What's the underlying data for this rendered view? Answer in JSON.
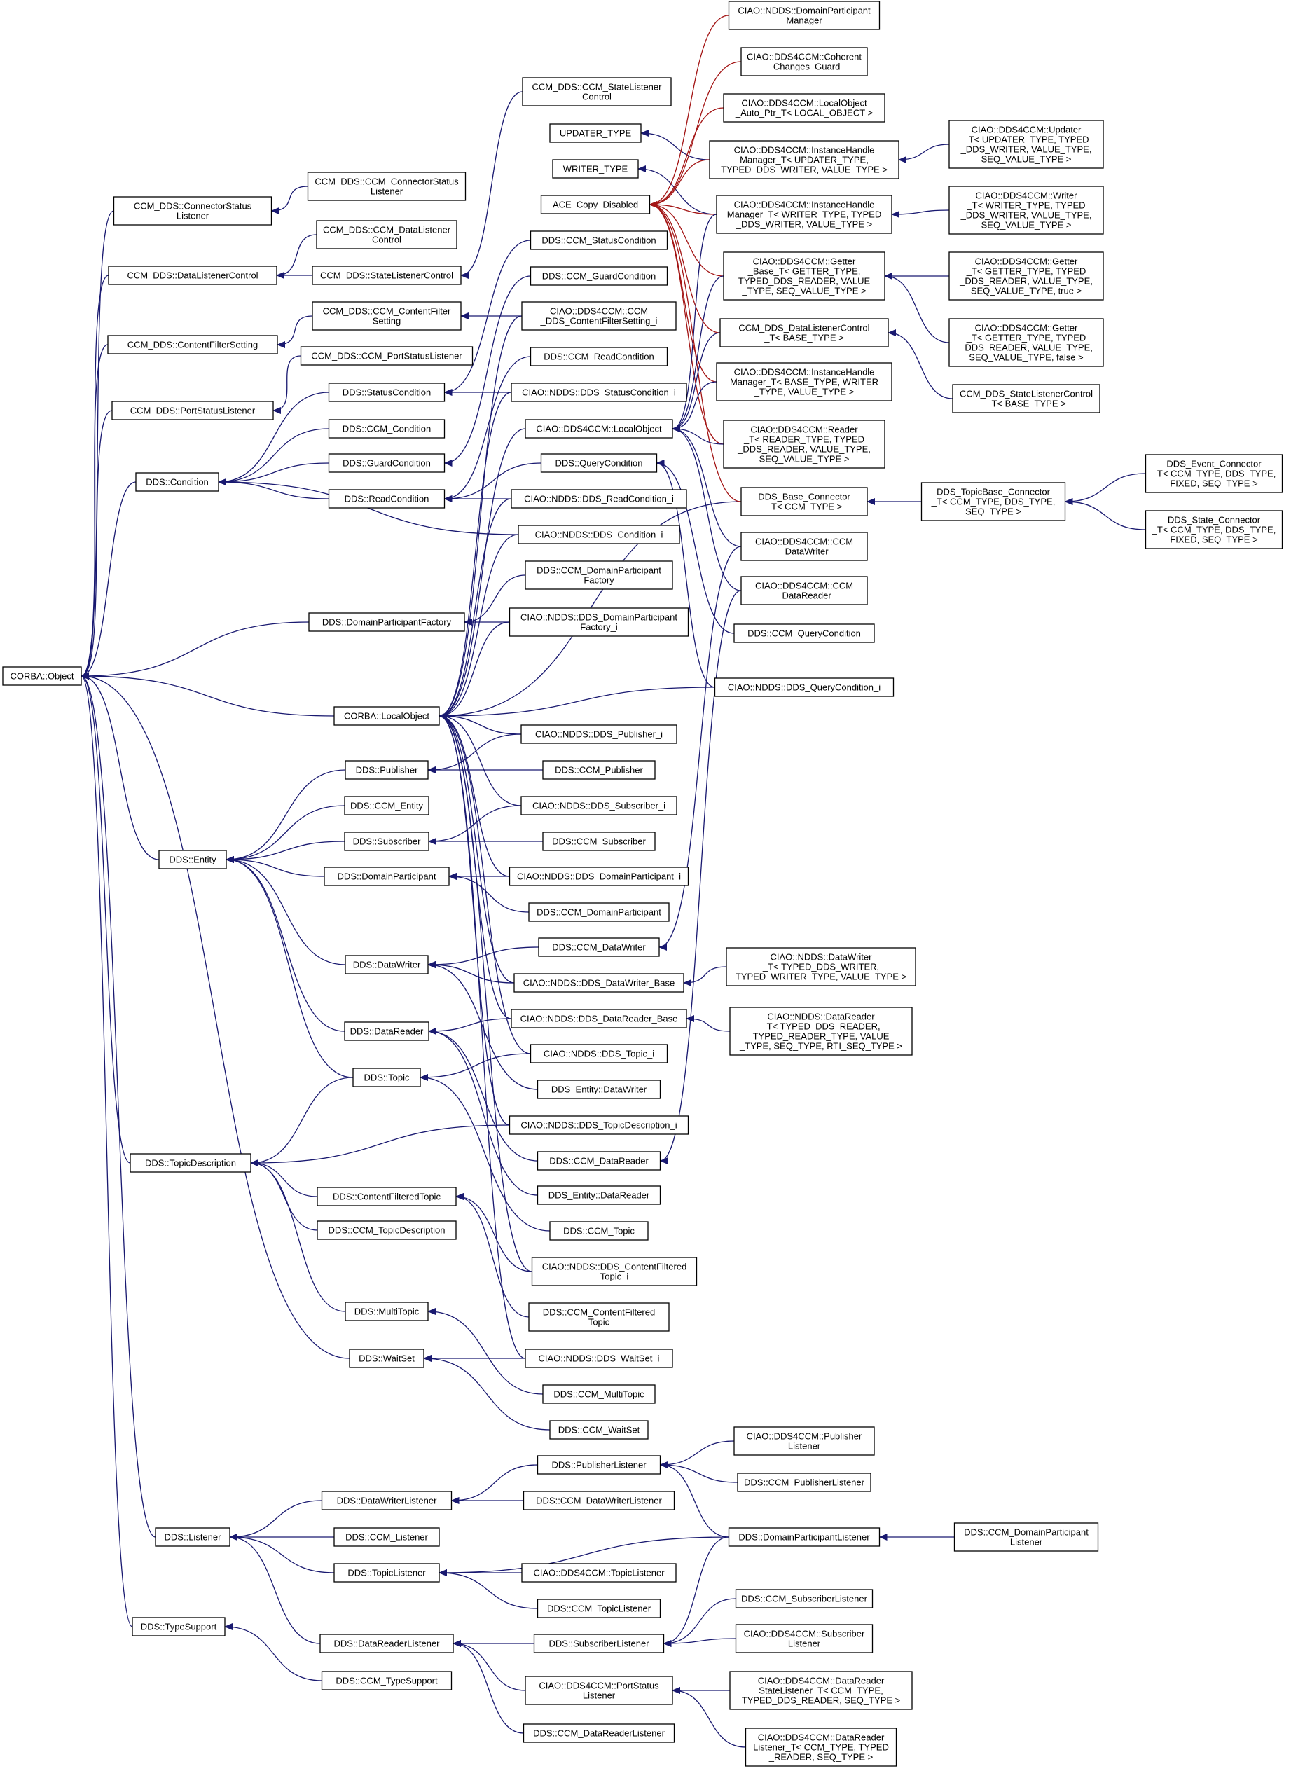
{
  "colors": {
    "edge": "#191970",
    "edge_red": "#a31515",
    "node_border": "#000000",
    "background": "#ffffff"
  },
  "nodes": [
    {
      "id": "corba_object",
      "lines": [
        "CORBA::Object"
      ]
    },
    {
      "id": "connector_status_listener",
      "lines": [
        "CCM_DDS::ConnectorStatus",
        "Listener"
      ]
    },
    {
      "id": "ccm_connector_status_listener",
      "lines": [
        "CCM_DDS::CCM_ConnectorStatus",
        "Listener"
      ]
    },
    {
      "id": "data_listener_control",
      "lines": [
        "CCM_DDS::DataListenerControl"
      ]
    },
    {
      "id": "ccm_data_listener_control",
      "lines": [
        "CCM_DDS::CCM_DataListener",
        "Control"
      ]
    },
    {
      "id": "state_listener_control",
      "lines": [
        "CCM_DDS::StateListenerControl"
      ]
    },
    {
      "id": "ccm_state_listener_control",
      "lines": [
        "CCM_DDS::CCM_StateListener",
        "Control"
      ]
    },
    {
      "id": "content_filter_setting",
      "lines": [
        "CCM_DDS::ContentFilterSetting"
      ]
    },
    {
      "id": "ccm_content_filter_setting",
      "lines": [
        "CCM_DDS::CCM_ContentFilter",
        "Setting"
      ]
    },
    {
      "id": "ccm_port_status_listener",
      "lines": [
        "CCM_DDS::CCM_PortStatusListener"
      ]
    },
    {
      "id": "port_status_listener",
      "lines": [
        "CCM_DDS::PortStatusListener"
      ]
    },
    {
      "id": "dds_condition",
      "lines": [
        "DDS::Condition"
      ]
    },
    {
      "id": "status_condition",
      "lines": [
        "DDS::StatusCondition"
      ]
    },
    {
      "id": "ccm_condition",
      "lines": [
        "DDS::CCM_Condition"
      ]
    },
    {
      "id": "guard_condition",
      "lines": [
        "DDS::GuardCondition"
      ]
    },
    {
      "id": "read_condition",
      "lines": [
        "DDS::ReadCondition"
      ]
    },
    {
      "id": "domain_participant_factory",
      "lines": [
        "DDS::DomainParticipantFactory"
      ]
    },
    {
      "id": "corba_local_object",
      "lines": [
        "CORBA::LocalObject"
      ]
    },
    {
      "id": "dds_publisher",
      "lines": [
        "DDS::Publisher"
      ]
    },
    {
      "id": "ccm_entity",
      "lines": [
        "DDS::CCM_Entity"
      ]
    },
    {
      "id": "dds_subscriber",
      "lines": [
        "DDS::Subscriber"
      ]
    },
    {
      "id": "dds_entity",
      "lines": [
        "DDS::Entity"
      ]
    },
    {
      "id": "domain_participant",
      "lines": [
        "DDS::DomainParticipant"
      ]
    },
    {
      "id": "dds_data_writer",
      "lines": [
        "DDS::DataWriter"
      ]
    },
    {
      "id": "dds_data_reader",
      "lines": [
        "DDS::DataReader"
      ]
    },
    {
      "id": "dds_topic",
      "lines": [
        "DDS::Topic"
      ]
    },
    {
      "id": "topic_description",
      "lines": [
        "DDS::TopicDescription"
      ]
    },
    {
      "id": "content_filtered_topic",
      "lines": [
        "DDS::ContentFilteredTopic"
      ]
    },
    {
      "id": "ccm_topic_description",
      "lines": [
        "DDS::CCM_TopicDescription"
      ]
    },
    {
      "id": "multi_topic",
      "lines": [
        "DDS::MultiTopic"
      ]
    },
    {
      "id": "wait_set",
      "lines": [
        "DDS::WaitSet"
      ]
    },
    {
      "id": "dds_listener",
      "lines": [
        "DDS::Listener"
      ]
    },
    {
      "id": "data_writer_listener",
      "lines": [
        "DDS::DataWriterListener"
      ]
    },
    {
      "id": "ccm_listener",
      "lines": [
        "DDS::CCM_Listener"
      ]
    },
    {
      "id": "topic_listener",
      "lines": [
        "DDS::TopicListener"
      ]
    },
    {
      "id": "type_support",
      "lines": [
        "DDS::TypeSupport"
      ]
    },
    {
      "id": "data_reader_listener",
      "lines": [
        "DDS::DataReaderListener"
      ]
    },
    {
      "id": "ccm_type_support",
      "lines": [
        "DDS::CCM_TypeSupport"
      ]
    },
    {
      "id": "updater_type",
      "lines": [
        "UPDATER_TYPE"
      ]
    },
    {
      "id": "writer_type",
      "lines": [
        "WRITER_TYPE"
      ]
    },
    {
      "id": "ace_copy_disabled",
      "lines": [
        "ACE_Copy_Disabled"
      ]
    },
    {
      "id": "ccm_status_condition",
      "lines": [
        "DDS::CCM_StatusCondition"
      ]
    },
    {
      "id": "ccm_guard_condition",
      "lines": [
        "DDS::CCM_GuardCondition"
      ]
    },
    {
      "id": "ciao_content_filter_setting_i",
      "lines": [
        "CIAO::DDS4CCM::CCM",
        "_DDS_ContentFilterSetting_i"
      ]
    },
    {
      "id": "ccm_read_condition",
      "lines": [
        "DDS::CCM_ReadCondition"
      ]
    },
    {
      "id": "ndds_status_condition_i",
      "lines": [
        "CIAO::NDDS::DDS_StatusCondition_i"
      ]
    },
    {
      "id": "dds4ccm_local_object",
      "lines": [
        "CIAO::DDS4CCM::LocalObject"
      ]
    },
    {
      "id": "query_condition",
      "lines": [
        "DDS::QueryCondition"
      ]
    },
    {
      "id": "ndds_read_condition_i",
      "lines": [
        "CIAO::NDDS::DDS_ReadCondition_i"
      ]
    },
    {
      "id": "ndds_condition_i",
      "lines": [
        "CIAO::NDDS::DDS_Condition_i"
      ]
    },
    {
      "id": "ccm_domain_participant_factory",
      "lines": [
        "DDS::CCM_DomainParticipant",
        "Factory"
      ]
    },
    {
      "id": "ndds_domain_participant_factory_i",
      "lines": [
        "CIAO::NDDS::DDS_DomainParticipant",
        "Factory_i"
      ]
    },
    {
      "id": "ndds_publisher_i",
      "lines": [
        "CIAO::NDDS::DDS_Publisher_i"
      ]
    },
    {
      "id": "ccm_publisher",
      "lines": [
        "DDS::CCM_Publisher"
      ]
    },
    {
      "id": "ndds_subscriber_i",
      "lines": [
        "CIAO::NDDS::DDS_Subscriber_i"
      ]
    },
    {
      "id": "ccm_subscriber",
      "lines": [
        "DDS::CCM_Subscriber"
      ]
    },
    {
      "id": "ndds_domain_participant_i",
      "lines": [
        "CIAO::NDDS::DDS_DomainParticipant_i"
      ]
    },
    {
      "id": "ccm_domain_participant",
      "lines": [
        "DDS::CCM_DomainParticipant"
      ]
    },
    {
      "id": "ccm_data_writer",
      "lines": [
        "DDS::CCM_DataWriter"
      ]
    },
    {
      "id": "ndds_data_writer_base",
      "lines": [
        "CIAO::NDDS::DDS_DataWriter_Base"
      ]
    },
    {
      "id": "ndds_data_reader_base",
      "lines": [
        "CIAO::NDDS::DDS_DataReader_Base"
      ]
    },
    {
      "id": "ndds_topic_i",
      "lines": [
        "CIAO::NDDS::DDS_Topic_i"
      ]
    },
    {
      "id": "entity_data_writer",
      "lines": [
        "DDS_Entity::DataWriter"
      ]
    },
    {
      "id": "ndds_topic_description_i",
      "lines": [
        "CIAO::NDDS::DDS_TopicDescription_i"
      ]
    },
    {
      "id": "ccm_data_reader",
      "lines": [
        "DDS::CCM_DataReader"
      ]
    },
    {
      "id": "entity_data_reader",
      "lines": [
        "DDS_Entity::DataReader"
      ]
    },
    {
      "id": "ccm_topic",
      "lines": [
        "DDS::CCM_Topic"
      ]
    },
    {
      "id": "ndds_content_filtered_topic_i",
      "lines": [
        "CIAO::NDDS::DDS_ContentFiltered",
        "Topic_i"
      ]
    },
    {
      "id": "ccm_content_filtered_topic",
      "lines": [
        "DDS::CCM_ContentFiltered",
        "Topic"
      ]
    },
    {
      "id": "ndds_wait_set_i",
      "lines": [
        "CIAO::NDDS::DDS_WaitSet_i"
      ]
    },
    {
      "id": "ccm_multi_topic",
      "lines": [
        "DDS::CCM_MultiTopic"
      ]
    },
    {
      "id": "ccm_wait_set",
      "lines": [
        "DDS::CCM_WaitSet"
      ]
    },
    {
      "id": "publisher_listener",
      "lines": [
        "DDS::PublisherListener"
      ]
    },
    {
      "id": "ccm_data_writer_listener",
      "lines": [
        "DDS::CCM_DataWriterListener"
      ]
    },
    {
      "id": "ccm_topic_listener",
      "lines": [
        "DDS::CCM_TopicListener"
      ]
    },
    {
      "id": "dds4ccm_topic_listener",
      "lines": [
        "CIAO::DDS4CCM::TopicListener"
      ]
    },
    {
      "id": "subscriber_listener",
      "lines": [
        "DDS::SubscriberListener"
      ]
    },
    {
      "id": "dds4ccm_port_status_listener",
      "lines": [
        "CIAO::DDS4CCM::PortStatus",
        "Listener"
      ]
    },
    {
      "id": "ccm_data_reader_listener",
      "lines": [
        "DDS::CCM_DataReaderListener"
      ]
    },
    {
      "id": "ndds_domain_participant_manager",
      "lines": [
        "CIAO::NDDS::DomainParticipant",
        "Manager"
      ]
    },
    {
      "id": "coherent_changes_guard",
      "lines": [
        "CIAO::DDS4CCM::Coherent",
        "_Changes_Guard"
      ]
    },
    {
      "id": "local_object_auto_ptr",
      "lines": [
        "CIAO::DDS4CCM::LocalObject",
        "_Auto_Ptr_T< LOCAL_OBJECT >"
      ]
    },
    {
      "id": "instance_handle_manager_updater",
      "lines": [
        "CIAO::DDS4CCM::InstanceHandle",
        "Manager_T< UPDATER_TYPE,",
        "TYPED_DDS_WRITER, VALUE_TYPE >"
      ]
    },
    {
      "id": "instance_handle_manager_writer",
      "lines": [
        "CIAO::DDS4CCM::InstanceHandle",
        "Manager_T< WRITER_TYPE, TYPED",
        "_DDS_WRITER, VALUE_TYPE >"
      ]
    },
    {
      "id": "getter_base",
      "lines": [
        "CIAO::DDS4CCM::Getter",
        "_Base_T< GETTER_TYPE,",
        "TYPED_DDS_READER, VALUE",
        "_TYPE, SEQ_VALUE_TYPE >"
      ]
    },
    {
      "id": "dds_data_listener_control_t",
      "lines": [
        "CCM_DDS_DataListenerControl",
        "_T< BASE_TYPE >"
      ]
    },
    {
      "id": "instance_handle_manager_base",
      "lines": [
        "CIAO::DDS4CCM::InstanceHandle",
        "Manager_T< BASE_TYPE, WRITER",
        "_TYPE, VALUE_TYPE >"
      ]
    },
    {
      "id": "dds4ccm_reader",
      "lines": [
        "CIAO::DDS4CCM::Reader",
        "_T< READER_TYPE, TYPED",
        "_DDS_READER, VALUE_TYPE,",
        "SEQ_VALUE_TYPE >"
      ]
    },
    {
      "id": "dds_base_connector",
      "lines": [
        "DDS_Base_Connector",
        "_T< CCM_TYPE >"
      ]
    },
    {
      "id": "dds4ccm_ccm_data_writer",
      "lines": [
        "CIAO::DDS4CCM::CCM",
        "_DataWriter"
      ]
    },
    {
      "id": "dds4ccm_ccm_data_reader",
      "lines": [
        "CIAO::DDS4CCM::CCM",
        "_DataReader"
      ]
    },
    {
      "id": "ccm_query_condition",
      "lines": [
        "DDS::CCM_QueryCondition"
      ]
    },
    {
      "id": "ndds_query_condition_i",
      "lines": [
        "CIAO::NDDS::DDS_QueryCondition_i"
      ]
    },
    {
      "id": "ndds_data_writer_t",
      "lines": [
        "CIAO::NDDS::DataWriter",
        "_T< TYPED_DDS_WRITER,",
        "TYPED_WRITER_TYPE, VALUE_TYPE >"
      ]
    },
    {
      "id": "ndds_data_reader_t",
      "lines": [
        "CIAO::NDDS::DataReader",
        "_T< TYPED_DDS_READER,",
        "TYPED_READER_TYPE, VALUE",
        "_TYPE, SEQ_TYPE, RTI_SEQ_TYPE >"
      ]
    },
    {
      "id": "dds4ccm_publisher_listener",
      "lines": [
        "CIAO::DDS4CCM::Publisher",
        "Listener"
      ]
    },
    {
      "id": "ccm_publisher_listener",
      "lines": [
        "DDS::CCM_PublisherListener"
      ]
    },
    {
      "id": "domain_participant_listener",
      "lines": [
        "DDS::DomainParticipantListener"
      ]
    },
    {
      "id": "ccm_subscriber_listener",
      "lines": [
        "DDS::CCM_SubscriberListener"
      ]
    },
    {
      "id": "dds4ccm_subscriber_listener",
      "lines": [
        "CIAO::DDS4CCM::Subscriber",
        "Listener"
      ]
    },
    {
      "id": "data_reader_state_listener",
      "lines": [
        "CIAO::DDS4CCM::DataReader",
        "StateListener_T< CCM_TYPE,",
        "TYPED_DDS_READER, SEQ_TYPE >"
      ]
    },
    {
      "id": "data_reader_listener_t",
      "lines": [
        "CIAO::DDS4CCM::DataReader",
        "Listener_T< CCM_TYPE, TYPED",
        "_READER, SEQ_TYPE >"
      ]
    },
    {
      "id": "updater_t",
      "lines": [
        "CIAO::DDS4CCM::Updater",
        "_T< UPDATER_TYPE, TYPED",
        "_DDS_WRITER, VALUE_TYPE,",
        "SEQ_VALUE_TYPE >"
      ]
    },
    {
      "id": "writer_t",
      "lines": [
        "CIAO::DDS4CCM::Writer",
        "_T< WRITER_TYPE, TYPED",
        "_DDS_WRITER, VALUE_TYPE,",
        "SEQ_VALUE_TYPE >"
      ]
    },
    {
      "id": "getter_true",
      "lines": [
        "CIAO::DDS4CCM::Getter",
        "_T< GETTER_TYPE, TYPED",
        "_DDS_READER, VALUE_TYPE,",
        "SEQ_VALUE_TYPE, true >"
      ]
    },
    {
      "id": "getter_false",
      "lines": [
        "CIAO::DDS4CCM::Getter",
        "_T< GETTER_TYPE, TYPED",
        "_DDS_READER, VALUE_TYPE,",
        "SEQ_VALUE_TYPE, false >"
      ]
    },
    {
      "id": "dds_state_listener_control_t",
      "lines": [
        "CCM_DDS_StateListenerControl",
        "_T< BASE_TYPE >"
      ]
    },
    {
      "id": "dds_topic_base_connector",
      "lines": [
        "DDS_TopicBase_Connector",
        "_T< CCM_TYPE, DDS_TYPE,",
        "SEQ_TYPE >"
      ]
    },
    {
      "id": "dds_event_connector",
      "lines": [
        "DDS_Event_Connector",
        "_T< CCM_TYPE, DDS_TYPE,",
        "FIXED, SEQ_TYPE >"
      ]
    },
    {
      "id": "dds_state_connector",
      "lines": [
        "DDS_State_Connector",
        "_T< CCM_TYPE, DDS_TYPE,",
        "FIXED, SEQ_TYPE >"
      ]
    },
    {
      "id": "ccm_domain_participant_listener",
      "lines": [
        "DDS::CCM_DomainParticipant",
        "Listener"
      ]
    }
  ]
}
